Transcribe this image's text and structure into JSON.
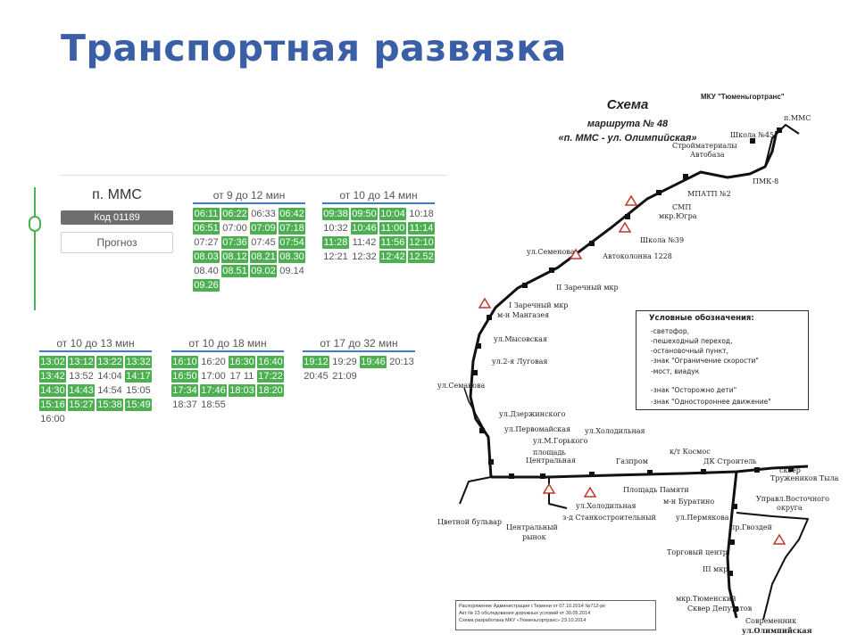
{
  "slide": {
    "title": "Транспортная развязка"
  },
  "timetable": {
    "stop_name": "п. ММС",
    "code": "Код 01189",
    "forecast": "Прогноз",
    "groups": [
      {
        "header": "от 9 до 12 мин",
        "times": [
          {
            "t": "06:11",
            "g": true
          },
          {
            "t": "06:22",
            "g": true
          },
          {
            "t": "06:33",
            "g": false
          },
          {
            "t": "06:42",
            "g": true
          },
          {
            "t": "06:51",
            "g": true
          },
          {
            "t": "07:00",
            "g": false
          },
          {
            "t": "07:09",
            "g": true
          },
          {
            "t": "07:18",
            "g": true
          },
          {
            "t": "07:27",
            "g": false
          },
          {
            "t": "07:36",
            "g": true
          },
          {
            "t": "07:45",
            "g": false
          },
          {
            "t": "07:54",
            "g": true
          },
          {
            "t": "08.03",
            "g": true
          },
          {
            "t": "08.12",
            "g": true
          },
          {
            "t": "08.21",
            "g": true
          },
          {
            "t": "08.30",
            "g": true
          },
          {
            "t": "08.40",
            "g": false
          },
          {
            "t": "08.51",
            "g": true
          },
          {
            "t": "09.02",
            "g": true
          },
          {
            "t": "09.14",
            "g": false
          },
          {
            "t": "09.26",
            "g": true
          }
        ]
      },
      {
        "header": "от 10 до 14 мин",
        "times": [
          {
            "t": "09:38",
            "g": true
          },
          {
            "t": "09:50",
            "g": true
          },
          {
            "t": "10:04",
            "g": true
          },
          {
            "t": "10:18",
            "g": false
          },
          {
            "t": "10:32",
            "g": false
          },
          {
            "t": "10:46",
            "g": true
          },
          {
            "t": "11:00",
            "g": true
          },
          {
            "t": "11:14",
            "g": true
          },
          {
            "t": "11:28",
            "g": true
          },
          {
            "t": "11:42",
            "g": false
          },
          {
            "t": "11:56",
            "g": true
          },
          {
            "t": "12:10",
            "g": true
          },
          {
            "t": "12:21",
            "g": false
          },
          {
            "t": "12:32",
            "g": false
          },
          {
            "t": "12:42",
            "g": true
          },
          {
            "t": "12.52",
            "g": true
          }
        ]
      },
      {
        "header": "от 10 до 13 мин",
        "times": [
          {
            "t": "13:02",
            "g": true
          },
          {
            "t": "13:12",
            "g": true
          },
          {
            "t": "13:22",
            "g": true
          },
          {
            "t": "13:32",
            "g": true
          },
          {
            "t": "13:42",
            "g": true
          },
          {
            "t": "13:52",
            "g": false
          },
          {
            "t": "14:04",
            "g": false
          },
          {
            "t": "14:17",
            "g": true
          },
          {
            "t": "14:30",
            "g": true
          },
          {
            "t": "14:43",
            "g": true
          },
          {
            "t": "14:54",
            "g": false
          },
          {
            "t": "15:05",
            "g": false
          },
          {
            "t": "15:16",
            "g": true
          },
          {
            "t": "15:27",
            "g": true
          },
          {
            "t": "15:38",
            "g": true
          },
          {
            "t": "15:49",
            "g": true
          },
          {
            "t": "16:00",
            "g": false
          }
        ]
      },
      {
        "header": "от 10 до 18 мин",
        "times": [
          {
            "t": "16:10",
            "g": true
          },
          {
            "t": "16:20",
            "g": false
          },
          {
            "t": "16:30",
            "g": true
          },
          {
            "t": "16:40",
            "g": true
          },
          {
            "t": "16:50",
            "g": true
          },
          {
            "t": "17:00",
            "g": false
          },
          {
            "t": "17 11",
            "g": false
          },
          {
            "t": "17:22",
            "g": true
          },
          {
            "t": "17:34",
            "g": true
          },
          {
            "t": "17:46",
            "g": true
          },
          {
            "t": "18:03",
            "g": true
          },
          {
            "t": "18:20",
            "g": true
          },
          {
            "t": "18:37",
            "g": false
          },
          {
            "t": "18:55",
            "g": false
          }
        ]
      },
      {
        "header": "от 17 до 32 мин",
        "times": [
          {
            "t": "19:12",
            "g": true
          },
          {
            "t": "19:29",
            "g": false
          },
          {
            "t": "19:46",
            "g": true
          },
          {
            "t": "20:13",
            "g": false
          },
          {
            "t": "20:45",
            "g": false
          },
          {
            "t": "21:09",
            "g": false
          }
        ]
      }
    ]
  },
  "scheme": {
    "org": "МКУ \"Тюменьгортранс\"",
    "title": "Схема",
    "subtitle": "маршрута № 48",
    "subtitle2": "«п. ММС - ул. Олимпийская»",
    "labels": {
      "mms": "п.ММС",
      "school45": "Школа №45",
      "stroy": "Стройматериалы",
      "autobase": "Автобаза",
      "pmk8": "ПМК-8",
      "mpatp2": "МПАТП №2",
      "smp": "СМП",
      "yugra": "мкр.Югра",
      "school39": "Школа №39",
      "autokolonna": "Автоколонна 1228",
      "semenova": "ул.Семенова",
      "zarechny2": "II Заречный мкр",
      "zarechny1": "I Заречный мкр",
      "mangazeya": "м-н Мангазея",
      "mysovskaya": "ул.Мысовская",
      "lugovaya": "ул.2-я Луговая",
      "semakova": "ул.Семакова",
      "dzerzhinskogo": "ул.Дзержинского",
      "pervomayskaya": "ул.Первомайская",
      "gorkogo": "ул.М.Горького",
      "kholodilnaya1": "ул.Холодильная",
      "ploshchad1": "площадь",
      "ploshchad2": "Центральная",
      "gazprom": "Газпром",
      "kosmos": "к/т Космос",
      "dk": "ДК Строитель",
      "sqr1": "сквер",
      "sqr2": "Тружеников Тыла",
      "pamyati": "Площадь Памяти",
      "buratino": "м-н Буратино",
      "upravl1": "Управл.Восточного",
      "upravl2": "округа",
      "permyakova": "ул.Пермякова",
      "gvozdi": "пр.Гвоздей",
      "kholodilnaya2": "ул.Холодильная",
      "stankostr": "з-д Станкостроительный",
      "tsvetnoy": "Цветной бульвар",
      "rynok1": "Центральный",
      "rynok2": "рынок",
      "torg": "Торговый центр",
      "mkr3": "III мкр.",
      "tyumensky": "мкр.Тюменский",
      "deputatov": "Сквер Депутатов",
      "sovremennik": "Современник",
      "olimp": "ул.Олимпийская"
    },
    "legend": {
      "title": "Условные обозначения:",
      "items": [
        "-светофор,",
        "-пешеходный переход,",
        "-остановочный пункт,",
        "-знак \"Ограничение скорости\"",
        "-мост, виадук",
        "-знак \"Осторожно дети\"",
        "-знак \"Одностороннее движение\""
      ]
    },
    "footer": [
      "Распоряжение Администрации г.Тюмени от 07.10.2014 №712-рк",
      "Акт № 23 обследования дорожных условий от 30.05.2014",
      "Схема разработана МКУ «Тюменьгортранс» 23.10.2014"
    ]
  }
}
